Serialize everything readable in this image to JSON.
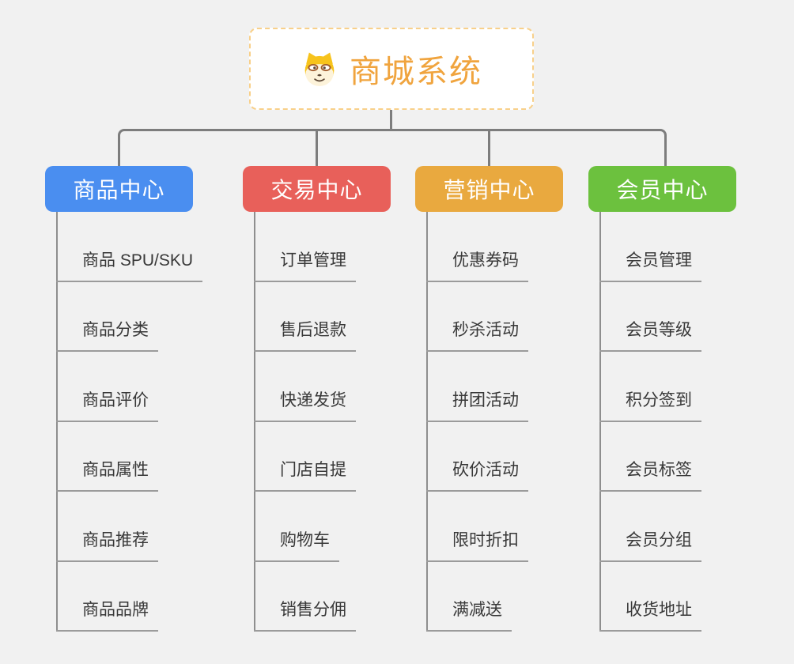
{
  "root": {
    "title": "商城系统",
    "icon": "dog-face-icon"
  },
  "branches": [
    {
      "label": "商品中心",
      "color": "#4a8ef0",
      "items": [
        "商品 SPU/SKU",
        "商品分类",
        "商品评价",
        "商品属性",
        "商品推荐",
        "商品品牌"
      ]
    },
    {
      "label": "交易中心",
      "color": "#e8605a",
      "items": [
        "订单管理",
        "售后退款",
        "快递发货",
        "门店自提",
        "购物车",
        "销售分佣"
      ]
    },
    {
      "label": "营销中心",
      "color": "#e9a93f",
      "items": [
        "优惠券码",
        "秒杀活动",
        "拼团活动",
        "砍价活动",
        "限时折扣",
        "满减送"
      ]
    },
    {
      "label": "会员中心",
      "color": "#6cc13e",
      "items": [
        "会员管理",
        "会员等级",
        "积分签到",
        "会员标签",
        "会员分组",
        "收货地址"
      ]
    }
  ],
  "colors": {
    "background": "#f1f1f1",
    "root_border": "#f8d08a",
    "root_title": "#f0a43e",
    "connector": "#7d7d7d",
    "leaf_underline": "#9b9b9b",
    "leaf_text": "#383838"
  }
}
